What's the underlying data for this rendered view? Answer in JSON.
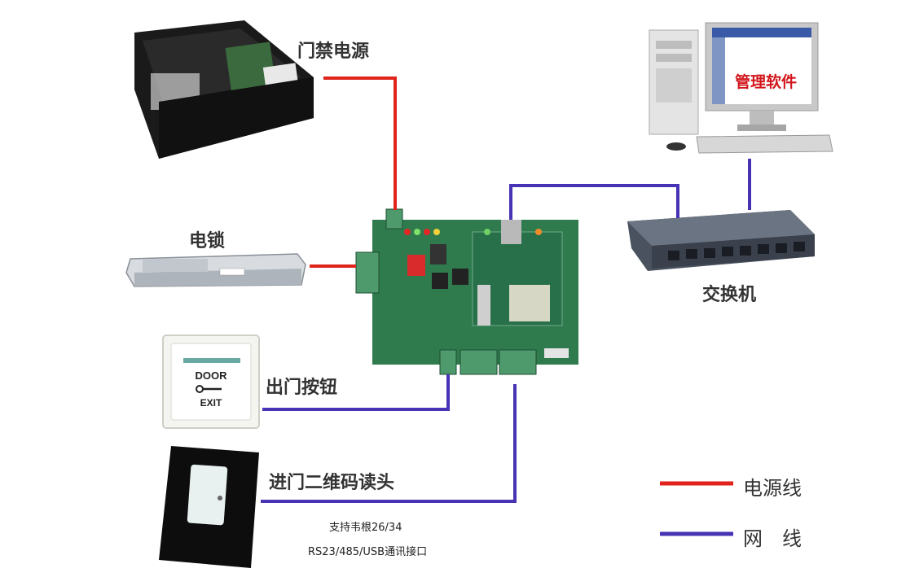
{
  "labels": {
    "power_supply": "门禁电源",
    "lock": "电锁",
    "exit_button": "出门按钮",
    "qr_reader": "进门二维码读头",
    "switch": "交换机",
    "software": "管理软件"
  },
  "notes": {
    "line1": "支持韦根26/34",
    "line2": "RS23/485/USB通讯接口"
  },
  "exit_button_text": {
    "top": "DOOR",
    "bottom": "EXIT"
  },
  "legend": {
    "power_line": "电源线",
    "network_line": "网　线"
  },
  "colors": {
    "power_line": "#e0231b",
    "network_line": "#4634b4",
    "board": "#2f7b4e",
    "software_text": "#d2161b"
  }
}
